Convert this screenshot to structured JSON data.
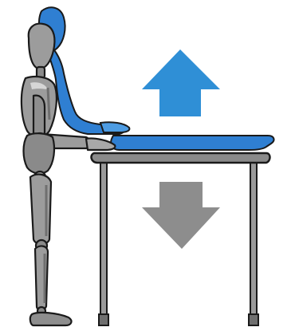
{
  "scene": {
    "subject": "wooden-mannequin-at-standing-desk",
    "desk_state": "height-adjustable",
    "arrows": [
      {
        "name": "raise-arrow",
        "direction": "up",
        "color": "#2f8fd6"
      },
      {
        "name": "lower-arrow",
        "direction": "down",
        "color": "#8d8d8d"
      }
    ]
  },
  "colors": {
    "mannequin_fill": "#9c9c9c",
    "mannequin_shade": "#6f6f6f",
    "mannequin_highlight": "#d6d6d6",
    "outline": "#1a1a1a",
    "ghost_blue": "#2f7fd2",
    "ghost_blue_light": "#4d9ce3",
    "desk_top": "#8a8a8a",
    "desk_legs": "#9a9a9a",
    "arrow_up": "#2f8fd6",
    "arrow_down": "#8d8d8d"
  }
}
